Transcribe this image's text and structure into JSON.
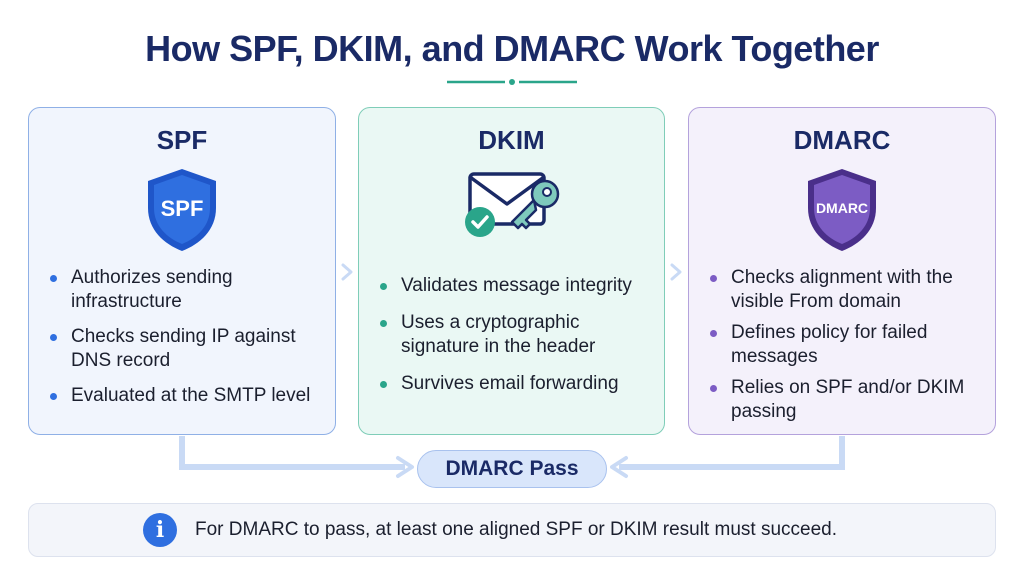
{
  "title": "How SPF, DKIM, and DMARC Work Together",
  "colors": {
    "spf": "#2f6fe0",
    "dkim": "#2aa58a",
    "dmarc": "#7c5cc4",
    "title": "#1a2a66"
  },
  "cards": [
    {
      "title": "SPF",
      "icon": "shield-icon",
      "icon_text": "SPF",
      "bullets": [
        "Authorizes sending infrastructure",
        "Checks sending IP against DNS record",
        "Evaluated at the SMTP level"
      ]
    },
    {
      "title": "DKIM",
      "icon": "envelope-key-icon",
      "bullets": [
        "Validates message integrity",
        "Uses a cryptographic signature in the header",
        "Survives email forwarding"
      ]
    },
    {
      "title": "DMARC",
      "icon": "shield-icon",
      "icon_text": "DMARC",
      "bullets": [
        "Checks alignment with the visible From domain",
        "Defines policy for failed messages",
        "Relies on SPF and/or DKIM passing"
      ]
    }
  ],
  "result": "DMARC Pass",
  "note": {
    "icon": "info-icon",
    "icon_text": "i",
    "text": "For DMARC to pass, at least one aligned SPF or DKIM result must succeed."
  }
}
